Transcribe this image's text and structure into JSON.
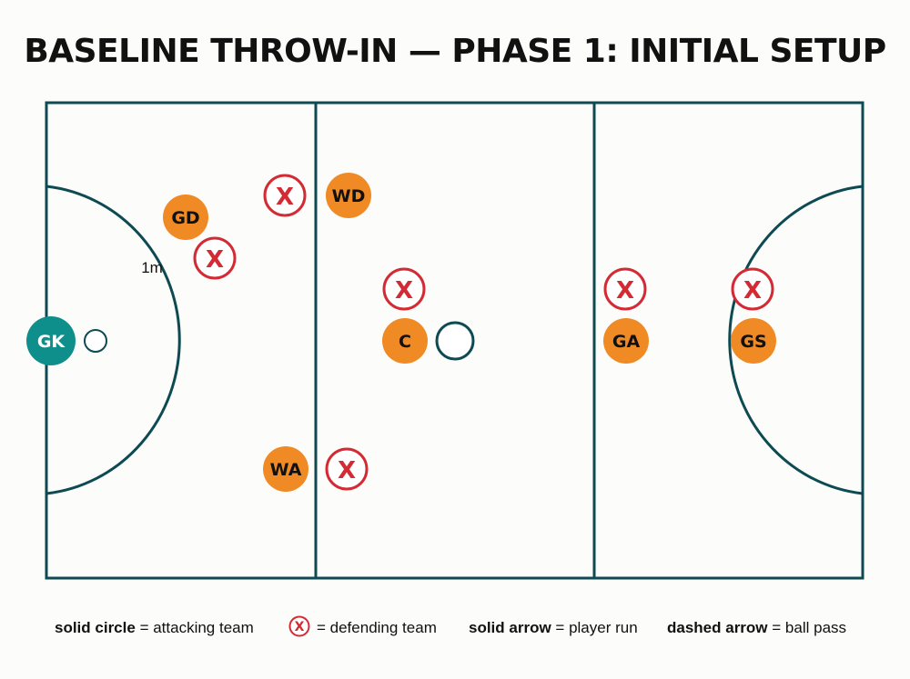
{
  "title": "BASELINE THROW-IN — PHASE 1: INITIAL SETUP",
  "colors": {
    "court_line": "#0d4a52",
    "attacker_fill": "#f08a24",
    "keeper_fill": "#0f8f8c",
    "defender_stroke": "#d32a33",
    "background": "#fcfcfb"
  },
  "court": {
    "distance_label": "1m"
  },
  "players": {
    "gk": "GK",
    "gd": "GD",
    "wd": "WD",
    "c": "C",
    "wa": "WA",
    "ga": "GA",
    "gs": "GS"
  },
  "defender_mark": "X",
  "legend": {
    "solid_circle_term": "solid circle",
    "solid_circle_desc": "= attacking team",
    "defender_desc": "= defending team",
    "solid_arrow_term": "solid arrow",
    "solid_arrow_desc": "= player run",
    "dashed_arrow_term": "dashed arrow",
    "dashed_arrow_desc": "= ball pass"
  }
}
